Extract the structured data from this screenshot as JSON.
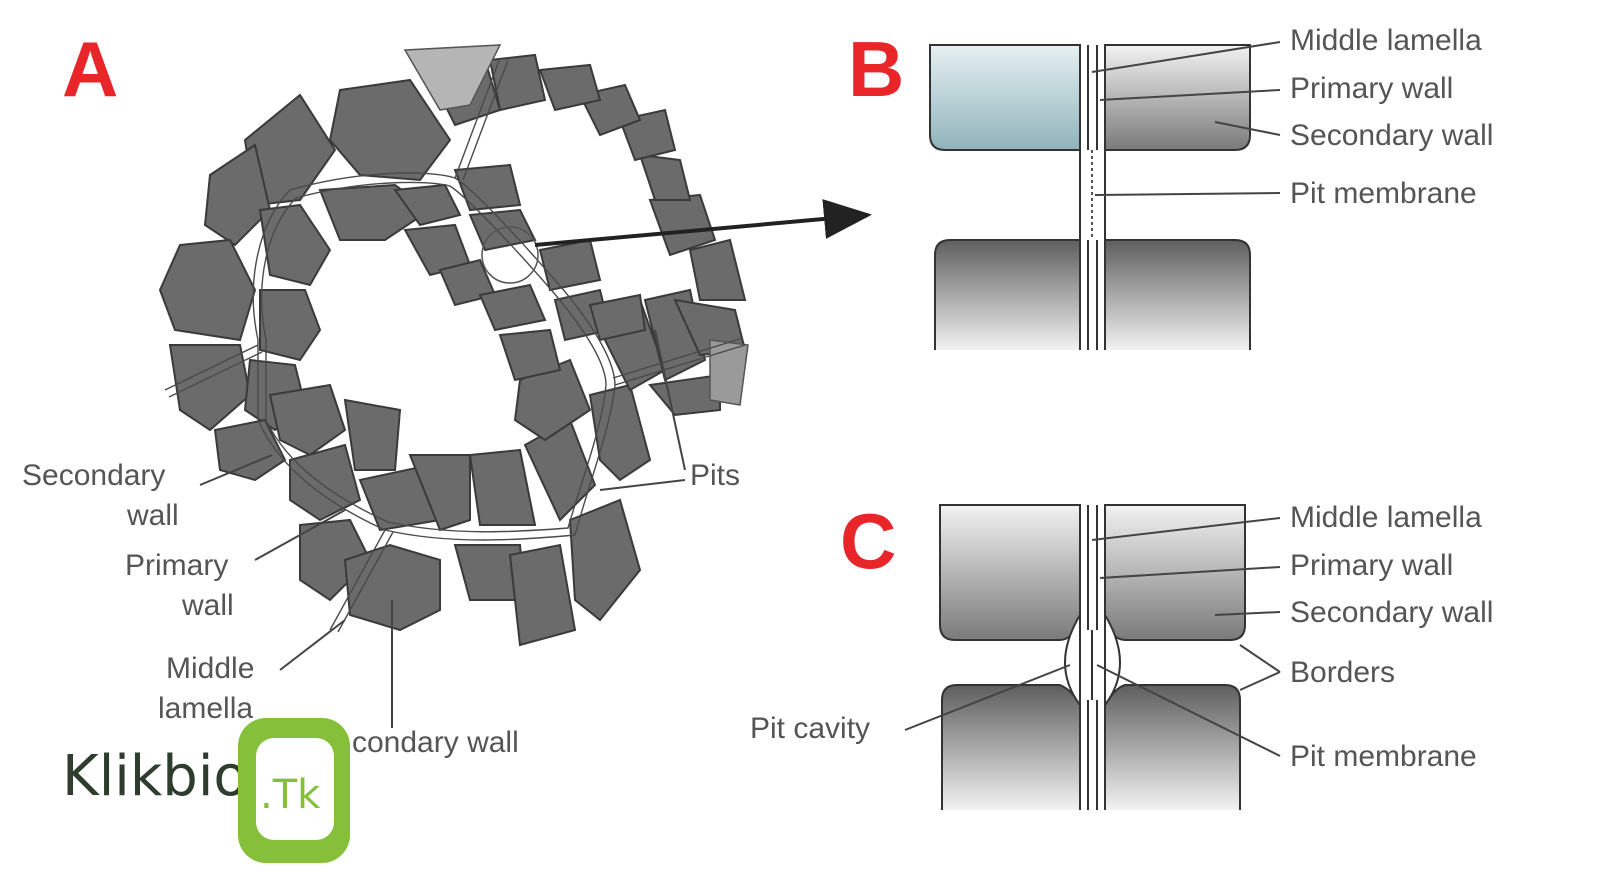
{
  "panels": {
    "a": "A",
    "b": "B",
    "c": "C"
  },
  "labels_a": {
    "secondary_wall_line1": "Secondary",
    "secondary_wall_line2": "wall",
    "primary_wall_line1": "Primary",
    "primary_wall_line2": "wall",
    "middle_lamella_line1": "Middle",
    "middle_lamella_line2": "lamella",
    "secondary_wall_bottom": "condary wall",
    "pits": "Pits"
  },
  "labels_b": {
    "middle_lamella": "Middle lamella",
    "primary_wall": "Primary wall",
    "secondary_wall": "Secondary wall",
    "pit_membrane": "Pit membrane"
  },
  "labels_c": {
    "middle_lamella": "Middle lamella",
    "primary_wall": "Primary wall",
    "secondary_wall": "Secondary wall",
    "borders": "Borders",
    "pit_cavity": "Pit cavity",
    "pit_membrane": "Pit membrane"
  },
  "watermark": {
    "text": "Klikbio",
    "suffix": ".Tk"
  },
  "colors": {
    "panel_letter": "#e8262a",
    "cell": "#6b6b6b",
    "highlight_cell": "#9dbdc4",
    "brand_green": "#86bf3a"
  }
}
